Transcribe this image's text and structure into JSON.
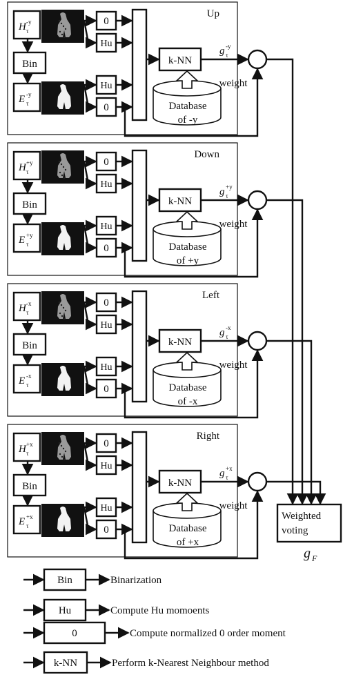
{
  "panels": [
    {
      "id": "up",
      "title": "Up",
      "h_label": "H",
      "h_sup": "-y",
      "e_label": "E",
      "e_sup": "-y",
      "g_label": "g",
      "g_sup": "-y",
      "db_line1": "Database",
      "db_line2": "of -y"
    },
    {
      "id": "down",
      "title": "Down",
      "h_label": "H",
      "h_sup": "+y",
      "e_label": "E",
      "e_sup": "+y",
      "g_label": "g",
      "g_sup": "+y",
      "db_line1": "Database",
      "db_line2": "of +y"
    },
    {
      "id": "left",
      "title": "Left",
      "h_label": "H",
      "h_sup": "-x",
      "e_label": "E",
      "e_sup": "-x",
      "g_label": "g",
      "g_sup": "-x",
      "db_line1": "Database",
      "db_line2": "of -x"
    },
    {
      "id": "right",
      "title": "Right",
      "h_label": "H",
      "h_sup": "+x",
      "e_label": "E",
      "e_sup": "+x",
      "g_label": "g",
      "g_sup": "+x",
      "db_line1": "Database",
      "db_line2": "of +x"
    }
  ],
  "common": {
    "subscript": "τ",
    "bin": "Bin",
    "hu": "Hu",
    "zero": "0",
    "knn": "k-NN",
    "weight": "weight"
  },
  "output": {
    "voting_line1": "Weighted",
    "voting_line2": "voting",
    "result_label": "g",
    "result_sub": "F"
  },
  "legend": [
    {
      "box": "Bin",
      "desc": "Binarization"
    },
    {
      "box": "Hu",
      "desc": "Compute Hu momoents"
    },
    {
      "box": "0",
      "desc": "Compute normalized 0 order moment"
    },
    {
      "box": "k-NN",
      "desc": "Perform k-Nearest Neighbour method"
    }
  ]
}
